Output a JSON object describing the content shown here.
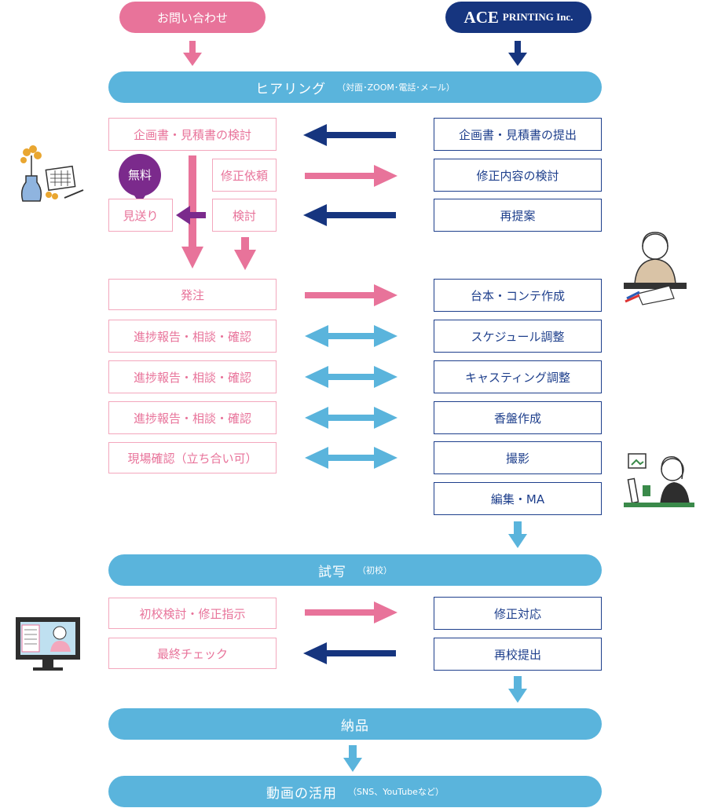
{
  "header": {
    "inquiry": "お問い合わせ",
    "company_main": "ACE",
    "company_sub": "PRINTING Inc."
  },
  "bands": {
    "hearing": {
      "label": "ヒアリング",
      "sub": "（対面･ZOOM･電話･メール）"
    },
    "preview": {
      "label": "試写",
      "sub": "（初校）"
    },
    "delivery": {
      "label": "納品",
      "sub": ""
    },
    "usage": {
      "label": "動画の活用",
      "sub": "（SNS、YouTubeなど）"
    }
  },
  "client": {
    "review_proposal": "企画書・見積書の検討",
    "revision_request": "修正依頼",
    "pass": "見送り",
    "reconsider": "検討",
    "free_badge": "無料",
    "order": "発注",
    "progress_1": "進捗報告・相談・確認",
    "progress_2": "進捗報告・相談・確認",
    "progress_3": "進捗報告・相談・確認",
    "onsite": "現場確認（立ち合い可）",
    "first_review": "初校検討・修正指示",
    "final_check": "最終チェック"
  },
  "company": {
    "submit_proposal": "企画書・見積書の提出",
    "review_revision": "修正内容の検討",
    "re_proposal": "再提案",
    "script": "台本・コンテ作成",
    "schedule": "スケジュール調整",
    "casting": "キャスティング調整",
    "cue_sheet": "香盤作成",
    "shooting": "撮影",
    "editing": "編集・MA",
    "revision": "修正対応",
    "resubmit": "再校提出"
  },
  "colors": {
    "pink": "#e8739a",
    "pink_light": "#f3a7bd",
    "navy": "#1e3f8c",
    "navy_dark": "#16357f",
    "sky": "#5ab4dc",
    "purple": "#7b2a8c"
  },
  "illustrations": [
    "flower-vase-calendar-illustration",
    "person-drawing-illustration",
    "person-laptop-illustration",
    "video-monitor-illustration"
  ]
}
